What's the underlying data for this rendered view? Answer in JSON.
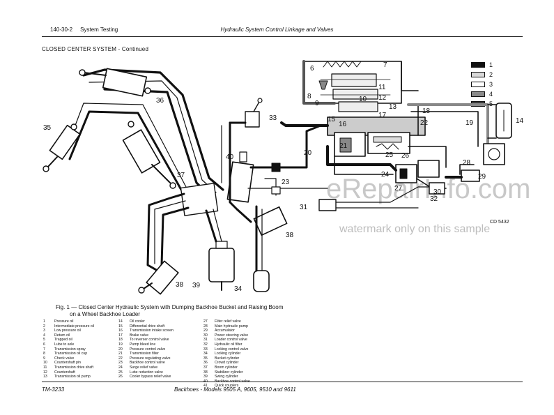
{
  "header": {
    "page_ref": "140-30-2",
    "section": "System Testing",
    "title": "Hydraulic System Control Linkage and Valves"
  },
  "section_title": "CLOSED CENTER SYSTEM - Continued",
  "key": [
    {
      "label": "1",
      "fill": "#111111"
    },
    {
      "label": "2",
      "fill": "#d9d9d9"
    },
    {
      "label": "3",
      "fill": "#ffffff"
    },
    {
      "label": "4",
      "fill": "#8a8a8a"
    },
    {
      "label": "5",
      "fill": "#3a3a3a"
    }
  ],
  "callouts": [
    "1",
    "2",
    "3",
    "4",
    "5",
    "6",
    "7",
    "8",
    "9",
    "10",
    "11",
    "12",
    "13",
    "14",
    "15",
    "16",
    "17",
    "18",
    "19",
    "20",
    "21",
    "22",
    "23",
    "24",
    "25",
    "26",
    "27",
    "28",
    "29",
    "30",
    "31",
    "32",
    "33",
    "34",
    "35",
    "36",
    "37",
    "38",
    "39",
    "40"
  ],
  "drawing_code": "CD 5432",
  "watermark": {
    "site": "eRepairInfo.com",
    "note": "watermark only on this sample"
  },
  "caption": {
    "line1": "Fig. 1 — Closed Center Hydraulic System with Dumping Backhoe Bucket and Raising Boom",
    "line2": "on a Wheel Backhoe Loader"
  },
  "legend": {
    "col1": [
      {
        "n": "1",
        "t": "Pressure oil"
      },
      {
        "n": "2",
        "t": "Intermediate pressure oil"
      },
      {
        "n": "3",
        "t": "Low pressure oil"
      },
      {
        "n": "4",
        "t": "Return oil"
      },
      {
        "n": "5",
        "t": "Trapped oil"
      },
      {
        "n": "6",
        "t": "Lube to axle"
      },
      {
        "n": "7",
        "t": "Transmission spray"
      },
      {
        "n": "8",
        "t": "Transmission oil cup"
      },
      {
        "n": "9",
        "t": "Check valve"
      },
      {
        "n": "10",
        "t": "Countershaft pin"
      },
      {
        "n": "11",
        "t": "Transmission drive shaft"
      },
      {
        "n": "12",
        "t": "Countershaft"
      },
      {
        "n": "13",
        "t": "Transmission oil pump"
      }
    ],
    "col2": [
      {
        "n": "14",
        "t": "Oil cooler"
      },
      {
        "n": "15",
        "t": "Differential drive shaft"
      },
      {
        "n": "16",
        "t": "Transmission intake screen"
      },
      {
        "n": "17",
        "t": "Brake valve"
      },
      {
        "n": "18",
        "t": "To reverser control valve"
      },
      {
        "n": "19",
        "t": "Pump bleed line"
      },
      {
        "n": "20",
        "t": "Pressure control valve"
      },
      {
        "n": "21",
        "t": "Transmission filter"
      },
      {
        "n": "22",
        "t": "Pressure regulating valve"
      },
      {
        "n": "23",
        "t": "Backhoe control valve"
      },
      {
        "n": "24",
        "t": "Surge relief valve"
      },
      {
        "n": "25",
        "t": "Lube reduction valve"
      },
      {
        "n": "26",
        "t": "Cooler bypass relief valve"
      }
    ],
    "col3": [
      {
        "n": "27",
        "t": "Filter relief valve"
      },
      {
        "n": "28",
        "t": "Main hydraulic pump"
      },
      {
        "n": "29",
        "t": "Accumulator"
      },
      {
        "n": "30",
        "t": "Power steering valve"
      },
      {
        "n": "31",
        "t": "Loader control valve"
      },
      {
        "n": "32",
        "t": "Hydraulic oil filter"
      },
      {
        "n": "33",
        "t": "Locking control valve"
      },
      {
        "n": "34",
        "t": "Locking cylinder"
      },
      {
        "n": "35",
        "t": "Bucket cylinder"
      },
      {
        "n": "36",
        "t": "Crowd cylinder"
      },
      {
        "n": "37",
        "t": "Boom cylinder"
      },
      {
        "n": "38",
        "t": "Stabilizer cylinder"
      },
      {
        "n": "39",
        "t": "Swing cylinder"
      },
      {
        "n": "40",
        "t": "Backhoe control valve"
      },
      {
        "n": "41",
        "t": "Quick couplers"
      }
    ]
  },
  "footer": {
    "manual": "TM-3233",
    "models": "Backhoes - Models 9505 A, 9605, 9510 and 9611"
  }
}
